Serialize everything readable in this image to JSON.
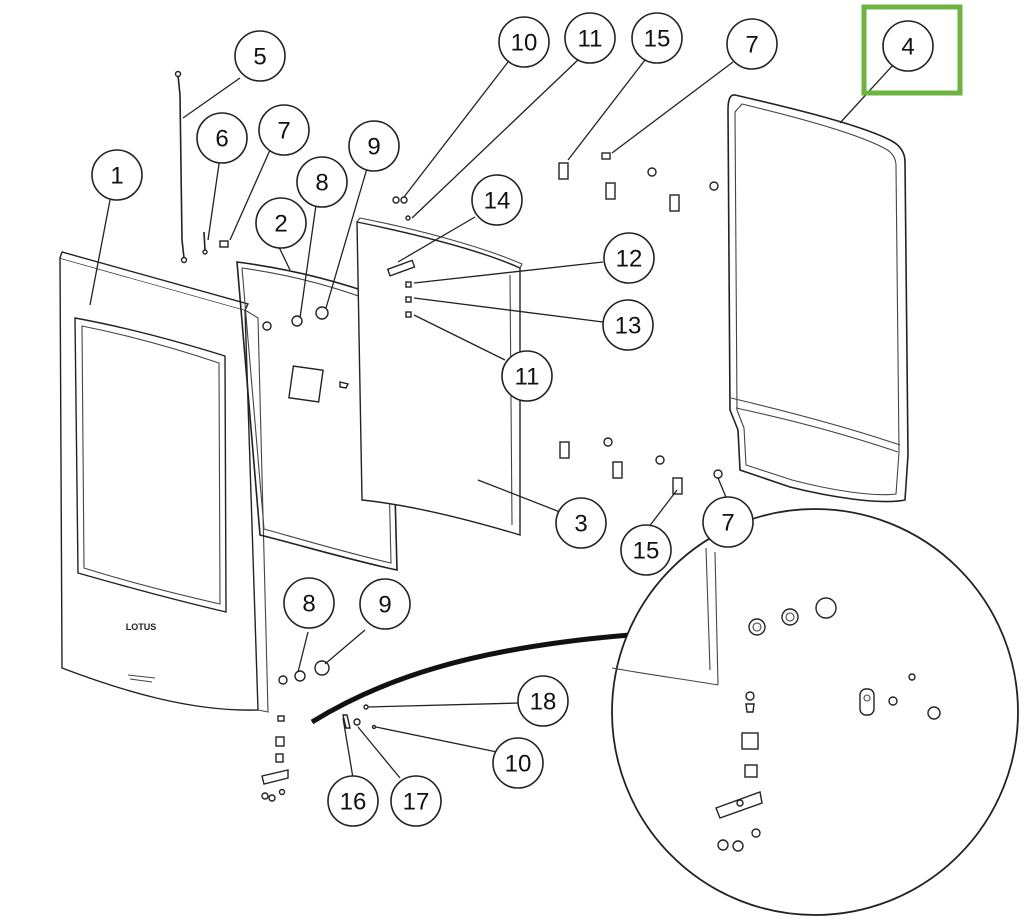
{
  "brand_label": "LOTUS",
  "highlight_color": "#6db33f",
  "highlighted_callout": "4",
  "callouts": [
    {
      "id": "c5",
      "label": "5"
    },
    {
      "id": "c6",
      "label": "6"
    },
    {
      "id": "c7a",
      "label": "7"
    },
    {
      "id": "c1",
      "label": "1"
    },
    {
      "id": "c8a",
      "label": "8"
    },
    {
      "id": "c9a",
      "label": "9"
    },
    {
      "id": "c2",
      "label": "2"
    },
    {
      "id": "c10a",
      "label": "10"
    },
    {
      "id": "c11a",
      "label": "11"
    },
    {
      "id": "c15a",
      "label": "15"
    },
    {
      "id": "c7b",
      "label": "7"
    },
    {
      "id": "c4",
      "label": "4"
    },
    {
      "id": "c14",
      "label": "14"
    },
    {
      "id": "c12",
      "label": "12"
    },
    {
      "id": "c13",
      "label": "13"
    },
    {
      "id": "c11b",
      "label": "11"
    },
    {
      "id": "c3",
      "label": "3"
    },
    {
      "id": "c15b",
      "label": "15"
    },
    {
      "id": "c7c",
      "label": "7"
    },
    {
      "id": "c8b",
      "label": "8"
    },
    {
      "id": "c9b",
      "label": "9"
    },
    {
      "id": "c18",
      "label": "18"
    },
    {
      "id": "c10b",
      "label": "10"
    },
    {
      "id": "c16",
      "label": "16"
    },
    {
      "id": "c17",
      "label": "17"
    }
  ]
}
